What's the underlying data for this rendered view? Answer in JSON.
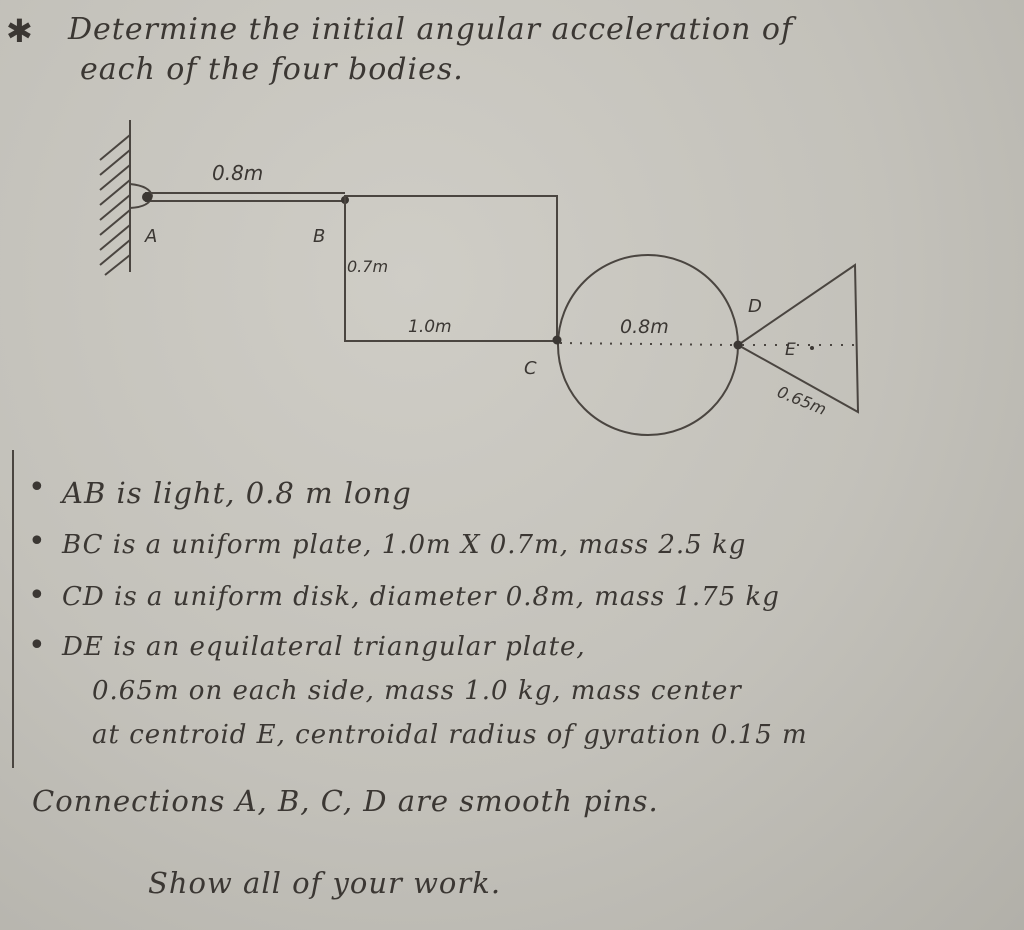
{
  "header": {
    "star": "✱",
    "line1": "Determine the initial angular acceleration of",
    "line2": "each of the four bodies."
  },
  "diagram": {
    "len_ab": "0.8m",
    "label_a": "A",
    "label_b": "B",
    "dim_07": "0.7m",
    "dim_10": "1.0m",
    "label_c": "C",
    "dim_08": "0.8m",
    "label_d": "D",
    "label_e": "E",
    "dim_065": "0.65m"
  },
  "notes": {
    "ab": "AB is light, 0.8 m long",
    "bc": "BC is a uniform plate, 1.0m X 0.7m, mass 2.5 kg",
    "cd": "CD is a uniform disk, diameter 0.8m, mass 1.75 kg",
    "de1": "DE is an equilateral triangular plate,",
    "de2": "0.65m on each side, mass 1.0 kg, mass center",
    "de3": "at centroid E, centroidal radius of gyration 0.15 m",
    "connections": "Connections A, B, C, D are smooth pins.",
    "show": "Show all of your work."
  }
}
